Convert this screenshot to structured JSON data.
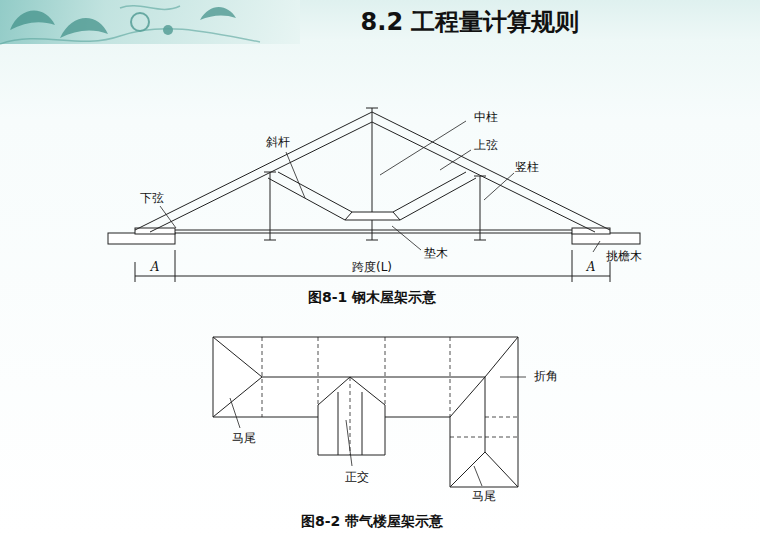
{
  "diagram": {
    "title": "8.2  工程量计算规则",
    "caption": "图8-2  带气楼屋架示意",
    "labels": [
      "中柱",
      "斜杆",
      "上弦",
      "竖柱",
      "下弦",
      "垫木",
      "挑檐木",
      "A",
      "跨度(L)",
      "A",
      "图8-1  钢木屋架示意",
      "折角",
      "马尾",
      "正交",
      "马尾"
    ]
  }
}
